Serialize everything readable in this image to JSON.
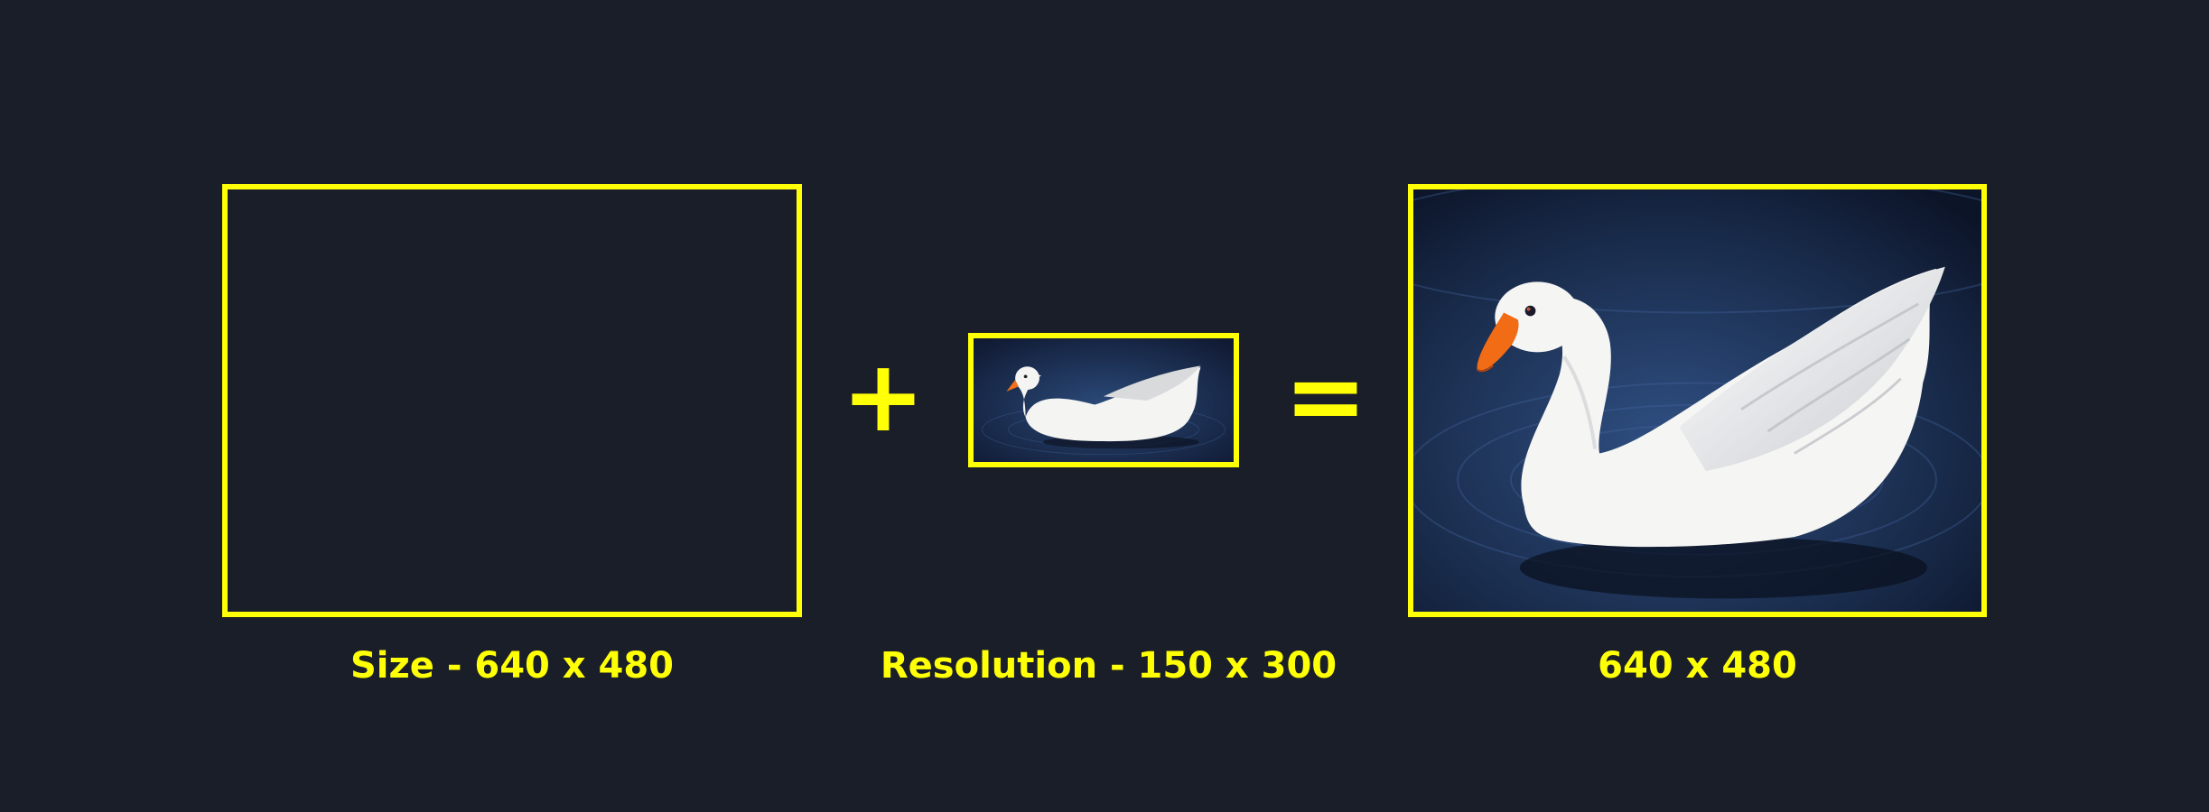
{
  "diagram": {
    "operator_plus": "+",
    "operator_equals": "=",
    "captions": {
      "size": "Size - 640 x 480",
      "resolution": "Resolution - 150 x 300",
      "result": "640 x 480"
    },
    "colors": {
      "background": "#1a1e28",
      "accent": "#ffff05",
      "water": "#16233f"
    }
  }
}
